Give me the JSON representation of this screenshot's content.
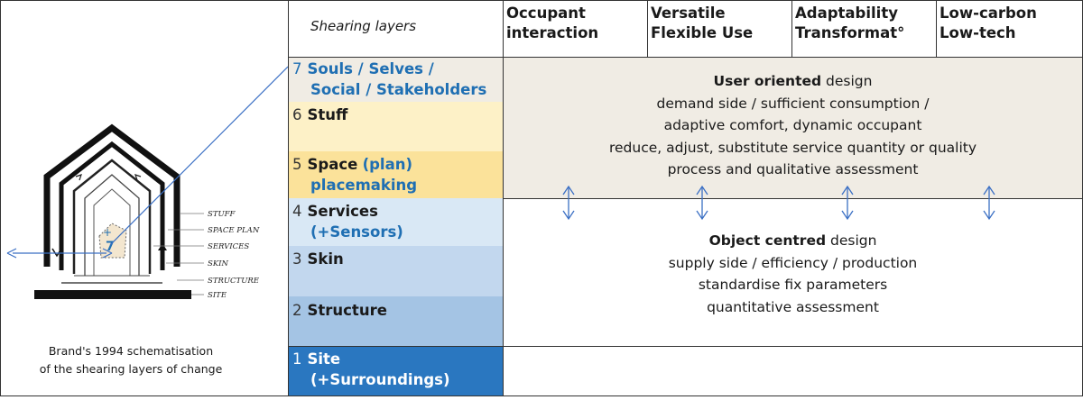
{
  "header": {
    "title": "Shearing layers",
    "columns": [
      {
        "line1": "Occupant",
        "line2": "interaction"
      },
      {
        "line1": "Versatile",
        "line2": "Flexible Use"
      },
      {
        "line1": "Adaptability",
        "line2": "Transformat°"
      },
      {
        "line1": "Low-carbon",
        "line2": "Low-tech"
      }
    ]
  },
  "layers": [
    {
      "num": "7",
      "name": "Souls / Selves /",
      "name2": "Social / Stakeholders",
      "color": "#f0ece4"
    },
    {
      "num": "6",
      "name": "Stuff",
      "color": "#fdf1c7"
    },
    {
      "num": "5",
      "name": "Space",
      "extra": "(plan)",
      "name2": "placemaking",
      "color": "#fbe29a"
    },
    {
      "num": "4",
      "name": "Services",
      "name2": "(+Sensors)",
      "color": "#d9e8f5"
    },
    {
      "num": "3",
      "name": "Skin",
      "color": "#c2d7ee"
    },
    {
      "num": "2",
      "name": "Structure",
      "color": "#a4c4e4"
    },
    {
      "num": "1",
      "name": "Site",
      "name2": "(+Surroundings)",
      "color": "#2a77c0"
    }
  ],
  "user_block": {
    "title_bold": "User oriented",
    "title_rest": " design",
    "lines": [
      "demand side / sufficient consumption /",
      "adaptive comfort, dynamic occupant",
      "reduce, adjust, substitute service quantity or quality",
      "process and qualitative assessment"
    ],
    "color": "#f0ece4"
  },
  "object_block": {
    "title_bold": "Object centred",
    "title_rest": " design",
    "lines": [
      "supply side / efficiency / production",
      "standardise fix parameters",
      "quantitative assessment"
    ]
  },
  "sketch": {
    "labels": [
      "STUFF",
      "SPACE PLAN",
      "SERVICES",
      "SKIN",
      "STRUCTURE",
      "SITE"
    ],
    "center_number": "7",
    "caption_line1": "Brand's 1994 schematisation",
    "caption_line2": "of the shearing layers of change"
  },
  "colors": {
    "accent_blue": "#1f6fb3",
    "arrow_blue": "#3a6fc4"
  }
}
